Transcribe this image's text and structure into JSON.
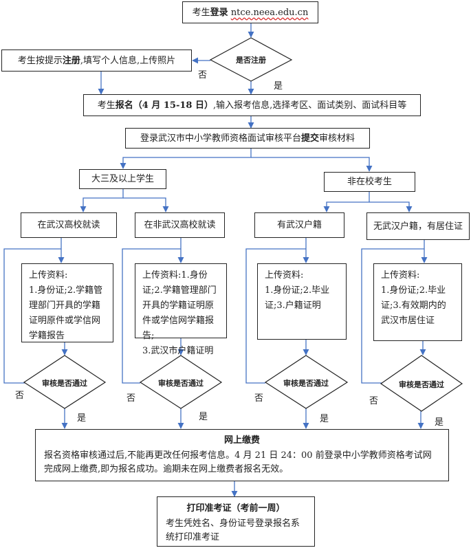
{
  "steps": {
    "login": {
      "prefix": "考生",
      "bold": "登录",
      "url": "ntce.neea.edu.cn"
    },
    "registered_question": "是否注册",
    "register": {
      "prefix": "考生按提示",
      "bold": "注册",
      "suffix": ",填写个人信息,上传照片"
    },
    "apply": {
      "prefix": "考生",
      "bold": "报名（4 月 15-18 日）",
      "suffix": ",输入报考信息,选择考区、面试类别、面试科目等"
    },
    "submit": {
      "prefix": "登录武汉市中小学教师资格面试审核平台",
      "bold": "提交",
      "suffix": "审核材料"
    },
    "senior_students": "大三及以上学生",
    "non_students": "非在校考生",
    "branches": [
      {
        "title": "在武汉高校就读",
        "materials": "上传资料:\n1.身份证;2.学籍管理部门开具的学籍证明原件或学信网学籍报告"
      },
      {
        "title": "在非武汉高校就读",
        "materials": "上传资料:1.身份证;2.学籍管理部门开具的学籍证明原件或学信网学籍报告;\n3.武汉市户籍证明"
      },
      {
        "title": "有武汉户籍",
        "materials": "上传资料:\n1.身份证;2.毕业证;3.户籍证明"
      },
      {
        "title": "无武汉户籍，有居住证",
        "materials": "上传资料:\n1.身份证;2.毕业证;3.有效期内的武汉市居住证"
      }
    ],
    "review_question": "审核是否通过",
    "yes": "是",
    "no": "否",
    "payment": {
      "title": "网上缴费",
      "body": "报名资格审核通过后,不能再更改任何报考信息。4 月 21 日 24：00 前登录中小学教师资格考试网完成网上缴费,即为报名成功。逾期未在网上缴费者报名无效。"
    },
    "admission": {
      "title": "打印准考证（考前一周）",
      "body": "考生凭姓名、身份证号登录报名系统打印准考证"
    }
  },
  "colors": {
    "arrow": "#4472c4",
    "border": "#222222",
    "text": "#222222"
  }
}
